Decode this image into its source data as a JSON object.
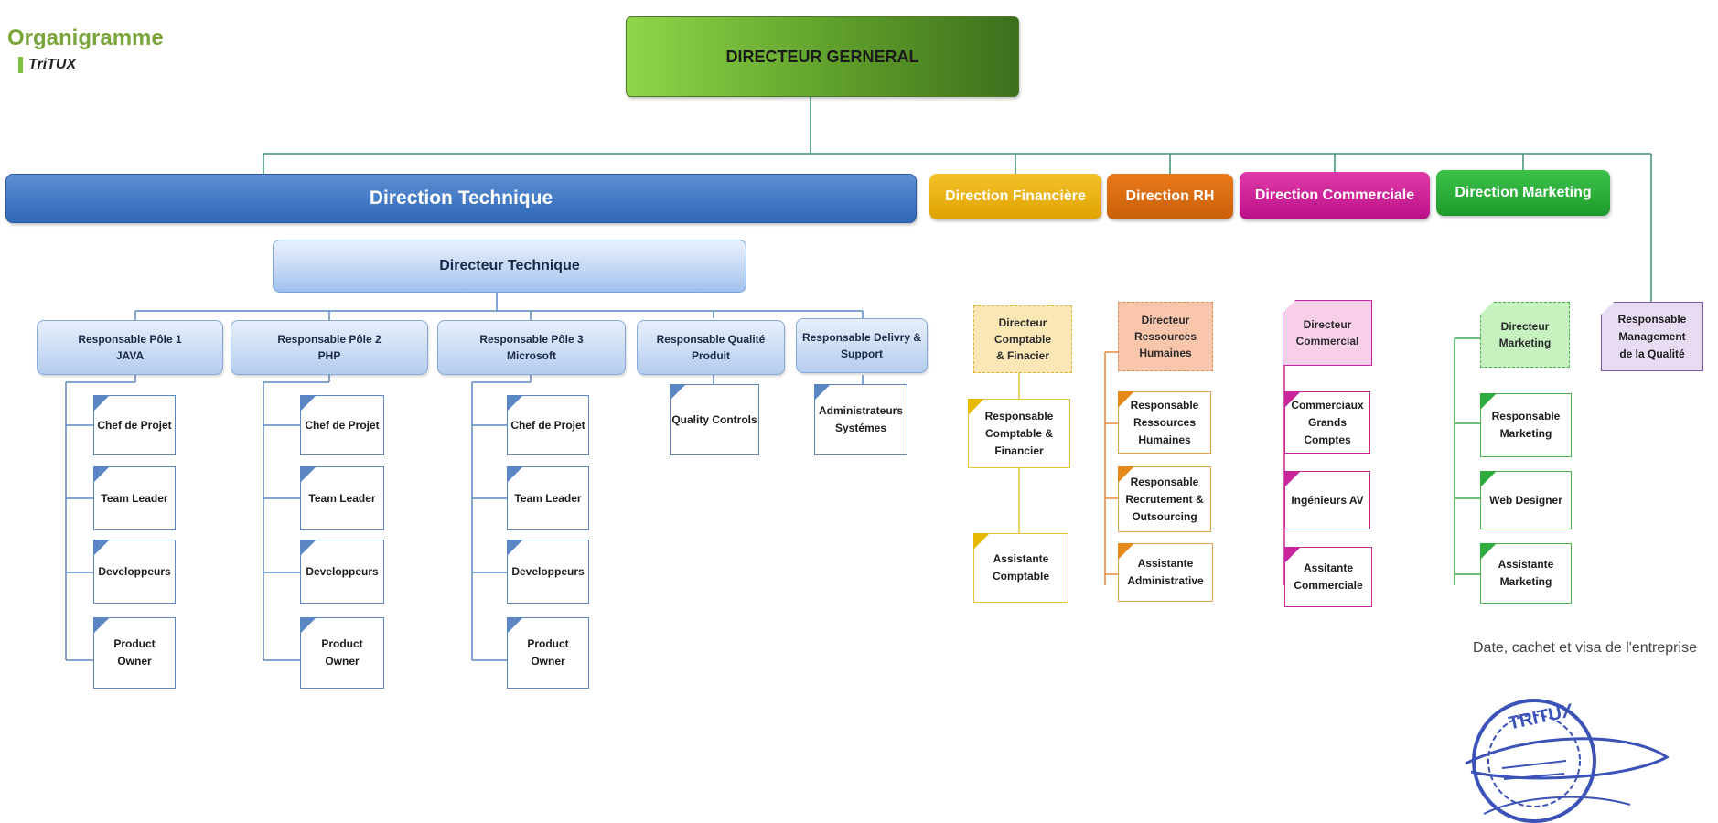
{
  "header": {
    "title": "Organigramme",
    "company": "TriTUX"
  },
  "top": {
    "label": "DIRECTEUR GERNERAL"
  },
  "directions": {
    "technique": "Direction  Technique",
    "financiere": "Direction Financière",
    "rh": "Direction RH",
    "commerciale": "Direction Commerciale",
    "marketing": "Direction Marketing"
  },
  "technique": {
    "director": "Directeur Technique",
    "poles": [
      {
        "l1": "Responsable Pôle 1",
        "l2": "JAVA"
      },
      {
        "l1": "Responsable Pôle 2",
        "l2": "PHP"
      },
      {
        "l1": "Responsable Pôle 3",
        "l2": "Microsoft"
      },
      {
        "l1": "Responsable Qualité",
        "l2": "Produit"
      },
      {
        "l1": "Responsable Delivry &",
        "l2": "Support"
      }
    ],
    "roles": {
      "chef": "Chef de Projet",
      "team": "Team Leader",
      "dev": "Developpeurs",
      "po1": "Product",
      "po2": "Owner"
    },
    "quality": "Quality Controls",
    "admin": {
      "l1": "Administrateurs",
      "l2": "Systémes"
    }
  },
  "finance": {
    "head": {
      "l1": "Directeur",
      "l2": "Comptable",
      "l3": "& Finacier"
    },
    "items": [
      {
        "l1": "Responsable",
        "l2": "Comptable &",
        "l3": "Financier"
      },
      {
        "l1": "Assistante",
        "l2": "Comptable"
      }
    ]
  },
  "rh": {
    "head": {
      "l1": "Directeur",
      "l2": "Ressources",
      "l3": "Humaines"
    },
    "items": [
      {
        "l1": "Responsable",
        "l2": "Ressources",
        "l3": "Humaines"
      },
      {
        "l1": "Responsable",
        "l2": "Recrutement &",
        "l3": "Outsourcing"
      },
      {
        "l1": "Assistante",
        "l2": "Administrative"
      }
    ]
  },
  "commercial": {
    "head": {
      "l1": "Directeur",
      "l2": "Commercial"
    },
    "items": [
      {
        "l1": "Commerciaux",
        "l2": "Grands Comptes"
      },
      {
        "l1": "Ingénieurs AV"
      },
      {
        "l1": "Assitante",
        "l2": "Commerciale"
      }
    ]
  },
  "marketing": {
    "head": {
      "l1": "Directeur",
      "l2": "Marketing"
    },
    "items": [
      {
        "l1": "Responsable",
        "l2": "Marketing"
      },
      {
        "l1": "Web Designer"
      },
      {
        "l1": "Assistante",
        "l2": "Marketing"
      }
    ]
  },
  "quality_mgmt": {
    "l1": "Responsable",
    "l2": "Management",
    "l3": "de la Qualité"
  },
  "signature": {
    "label": "Date, cachet et visa de l'entreprise",
    "stamp_text": "TRITUX"
  },
  "colors": {
    "tech": "#2f68b8",
    "finance": "#e0a300",
    "rh": "#c95f08",
    "commercial": "#bb1188",
    "marketing": "#1e9a2c",
    "connector_top": "#3d8f76",
    "connector_tech": "#5b86c4"
  }
}
